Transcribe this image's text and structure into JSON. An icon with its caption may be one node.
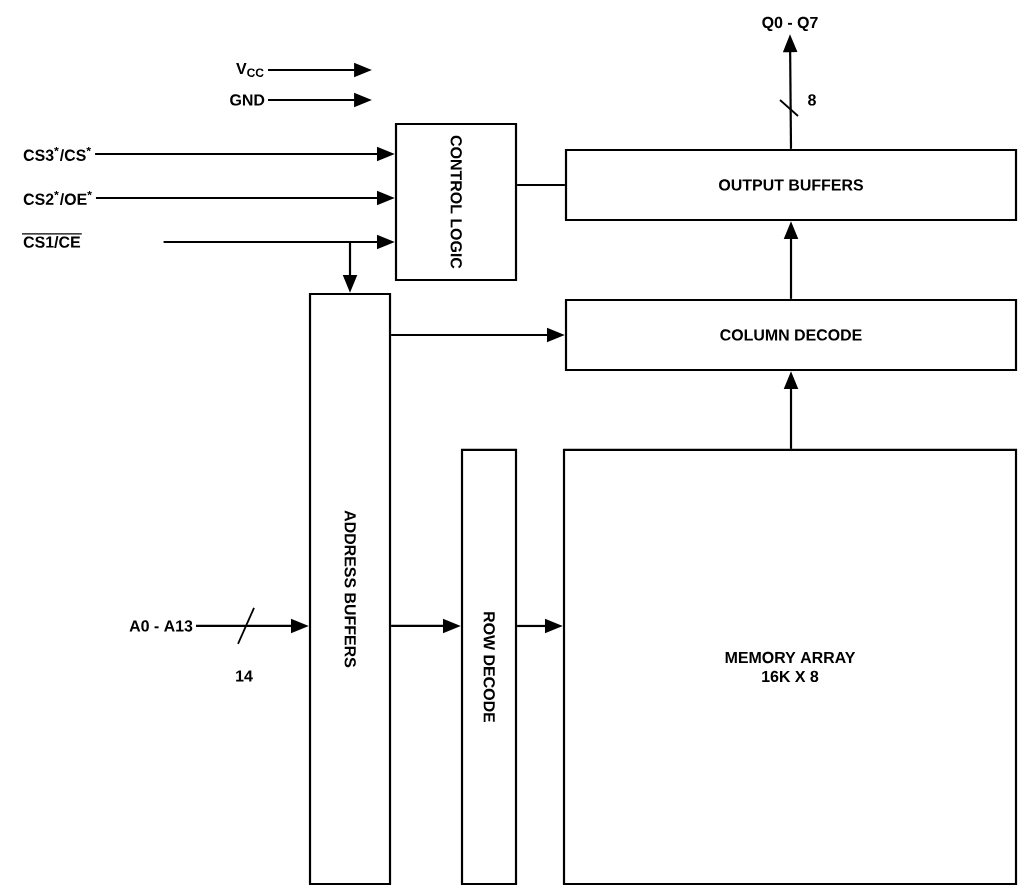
{
  "diagram": {
    "nodes": [
      {
        "text": [
          "CONTROL LOGIC"
        ]
      },
      {
        "text": [
          "OUTPUT BUFFERS"
        ]
      },
      {
        "text": [
          "COLUMN DECODE"
        ]
      },
      {
        "text": [
          "ADDRESS BUFFERS"
        ]
      },
      {
        "text": [
          "ROW DECODE"
        ]
      },
      {
        "text": [
          "MEMORY ARRAY 16K X 8"
        ]
      },
      {
        "text": [
          "V$_{CC}$"
        ]
      },
      {
        "text": [
          "GND"
        ]
      },
      {
        "text": [
          "CS3$^{*}$/CS$^{*}$"
        ]
      },
      {
        "text": [
          "CS2$^{*}$/OE$^{*}$"
        ]
      },
      {
        "text": [
          "CS1/CE"
        ]
      },
      {
        "text": [
          "A0 - A13"
        ]
      },
      {
        "text": [
          "Q0 - Q7"
        ]
      }
    ],
    "edges": [
      {
        "from": 6,
        "to": null,
        "arrow": "to"
      },
      {
        "from": 7,
        "to": null,
        "arrow": "to"
      },
      {
        "from": 8,
        "to": 0,
        "arrow": "to"
      },
      {
        "from": 9,
        "to": 0,
        "arrow": "to"
      },
      {
        "from": 10,
        "to": 0,
        "arrow": "to"
      },
      {
        "from": 10,
        "to": 3,
        "arrow": "to"
      },
      {
        "from": 0,
        "to": 1,
        "arrow": "none"
      },
      {
        "from": 3,
        "to": 2,
        "arrow": "to"
      },
      {
        "from": 2,
        "to": 1,
        "arrow": "to"
      },
      {
        "from": 5,
        "to": 2,
        "arrow": "to"
      },
      {
        "from": 3,
        "to": 4,
        "arrow": "to"
      },
      {
        "from": 4,
        "to": 5,
        "arrow": "to"
      },
      {
        "from": 11,
        "to": 3,
        "arrow": "to",
        "label": "14"
      },
      {
        "from": 1,
        "to": 12,
        "arrow": "to",
        "label": "8"
      }
    ]
  }
}
